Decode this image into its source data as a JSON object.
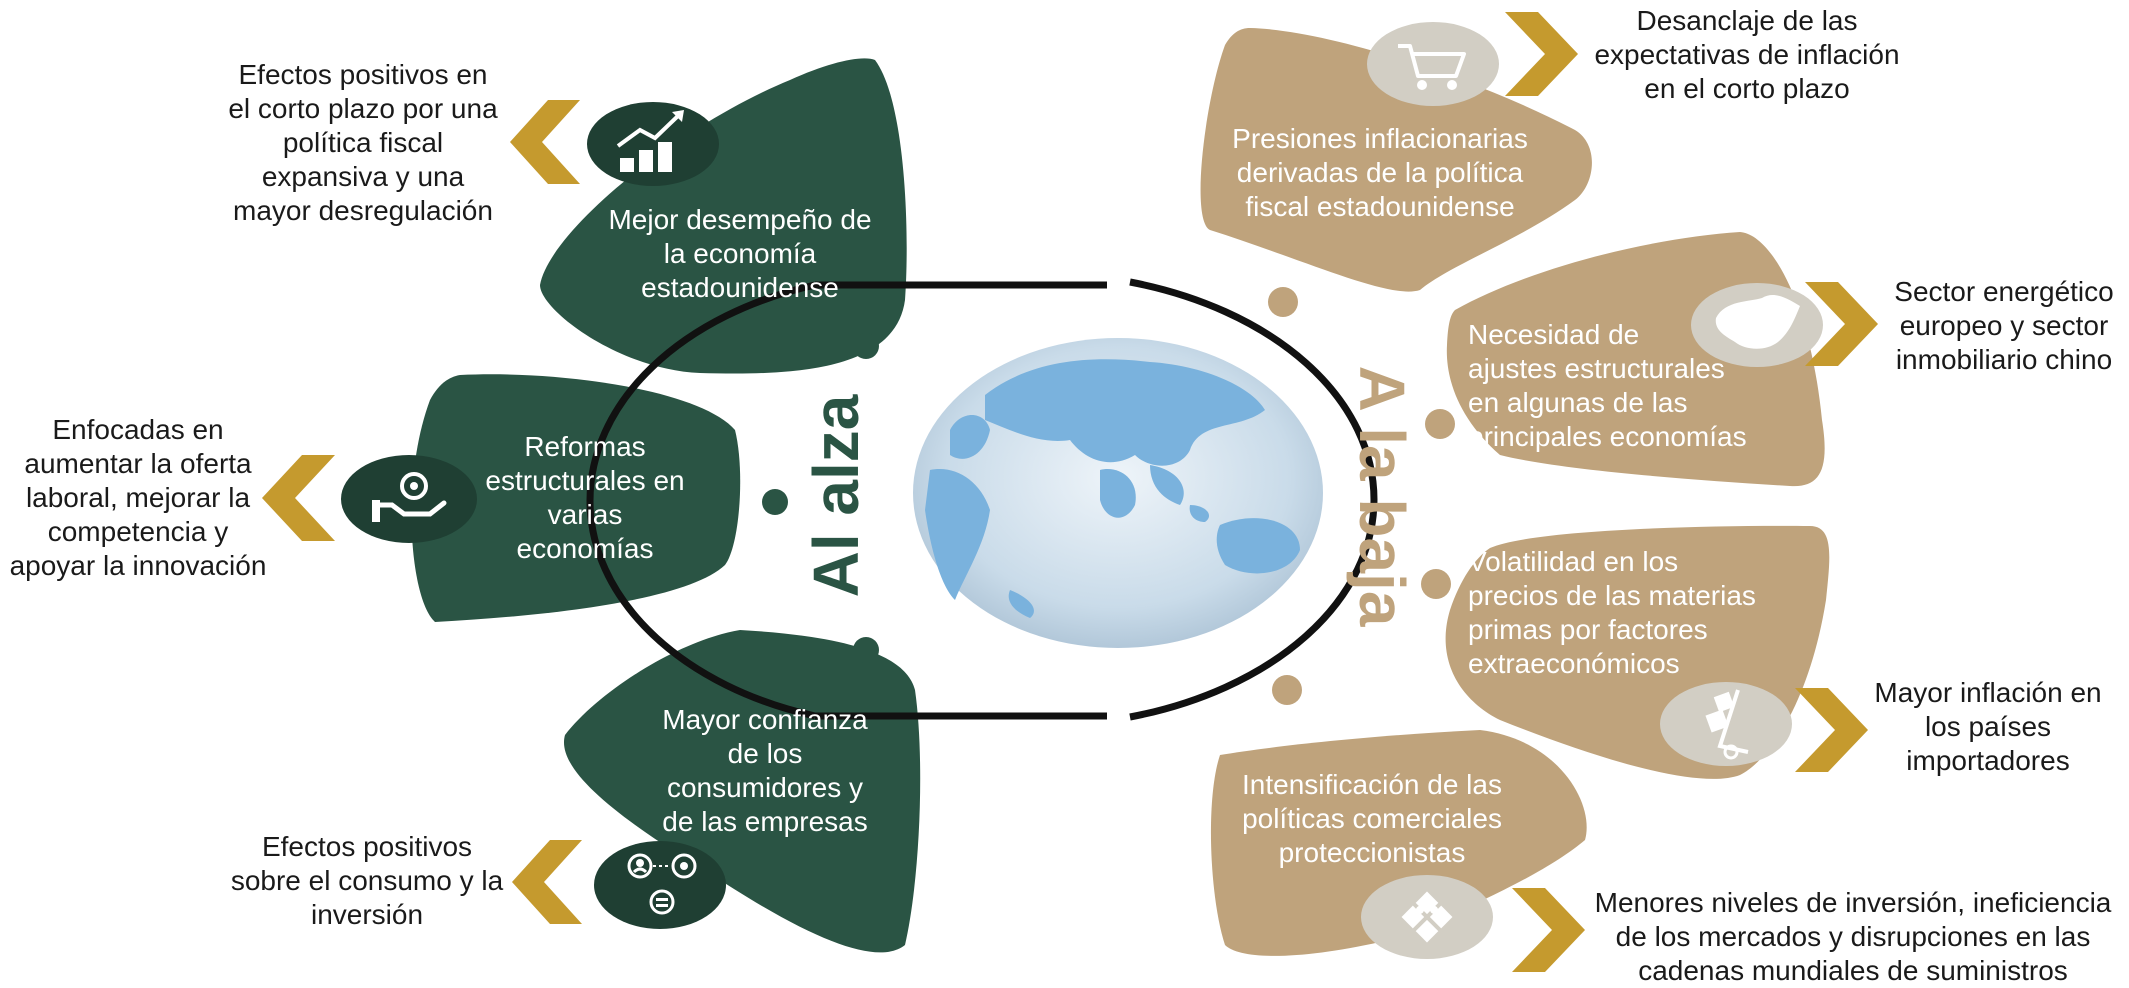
{
  "colors": {
    "green": "#2a5444",
    "tan": "#bfa37c",
    "chevron": "#c59a2e",
    "ring": "#111111",
    "badge_light": "#d2cec4",
    "ocean": "#a8c7de",
    "land": "#7ab2dd"
  },
  "center": {
    "left_label": "Al alza",
    "right_label": "A la baja"
  },
  "upside": [
    {
      "petal_text": "Mejor desempeño de\nla economía\nestadounidense",
      "outer_text": "Efectos positivos en\nel corto plazo por una\npolítica fiscal\nexpansiva y una\nmayor desregulación",
      "icon": "growth-chart-icon"
    },
    {
      "petal_text": "Reformas\nestructurales en\nvarias\neconomías",
      "outer_text": "Enfocadas en\naumentar la oferta\nlaboral, mejorar la\ncompetencia y\napoyar la innovación",
      "icon": "hand-coin-icon"
    },
    {
      "petal_text": "Mayor confianza\nde los\nconsumidores y\nde las empresas",
      "outer_text": "Efectos positivos\nsobre el consumo y la\ninversión",
      "icon": "business-network-icon"
    }
  ],
  "downside": [
    {
      "petal_text": "Presiones inflacionarias\nderivadas de la política\nfiscal estadounidense",
      "outer_text": "Desanclaje de las\nexpectativas de inflación\nen el corto plazo",
      "icon": "shopping-cart-icon"
    },
    {
      "petal_text": "Necesidad de\najustes estructurales\nen algunas de las\nprincipales economías",
      "outer_text": "Sector energético\neuropeo y sector\ninmobiliario chino",
      "icon": "china-map-icon"
    },
    {
      "petal_text": "Volatilidad en los\nprecios de las materias\nprimas por factores\nextraeconómicos",
      "outer_text": "Mayor inflación en\nlos países\nimportadores",
      "icon": "hand-truck-icon"
    },
    {
      "petal_text": "Intensificación de las\npolíticas comerciales\nproteccionistas",
      "outer_text": "Menores niveles de inversión, ineficiencia\nde los mercados y disrupciones en las\ncadenas mundiales de suministros",
      "icon": "puzzle-icon"
    }
  ]
}
